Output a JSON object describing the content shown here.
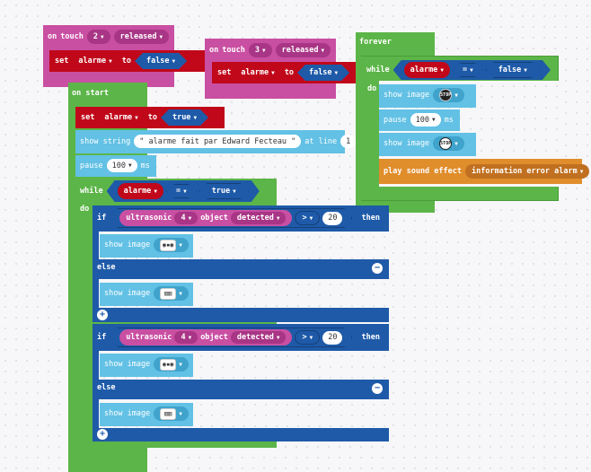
{
  "colors": {
    "events": "#c94fa2",
    "variables": "#c0081a",
    "variable_dark": "#a00515",
    "logic": "#5c7fd6",
    "boolean": "#1e5aa8",
    "loops": "#5cb548",
    "basic": "#62c1e5",
    "music": "#e08d2c",
    "sensor": "#c94fa2"
  },
  "touch_block_1": {
    "on": "on",
    "touch": "touch",
    "pin": "2",
    "event": "released",
    "set": "set",
    "variable": "alarme",
    "to": "to",
    "value": "false"
  },
  "touch_block_2": {
    "on": "on",
    "touch": "touch",
    "pin": "3",
    "event": "released",
    "set": "set",
    "variable": "alarme",
    "to": "to",
    "value": "false"
  },
  "forever_block": {
    "title": "forever",
    "while": "while",
    "variable": "alarme",
    "operator": "=",
    "value": "false",
    "do": "do",
    "show_image_1": "show image",
    "image_1": "STOP",
    "pause": "pause",
    "pause_value": "100",
    "pause_unit": "ms",
    "show_image_2": "show image",
    "image_2": "STOP",
    "play_sound": "play sound effect",
    "sound": "information error alarm"
  },
  "start_block": {
    "title": "on start",
    "set": "set",
    "variable": "alarme",
    "to": "to",
    "value": "true",
    "show_string": "show string",
    "string_value": "\" alarme fait par Edward Fecteau \"",
    "at_line": "at line",
    "line_value": "1",
    "pause": "pause",
    "pause_value": "100",
    "pause_unit": "ms",
    "while": "while",
    "while_variable": "alarme",
    "operator": "=",
    "while_value": "true",
    "do": "do",
    "if_blocks": [
      {
        "if": "if",
        "sensor": "ultrasonic",
        "port": "4",
        "object": "object",
        "detected": "detected",
        "compare": ">",
        "threshold": "20",
        "then": "then",
        "show_image_1": "show image",
        "else": "else",
        "show_image_2": "show image"
      },
      {
        "if": "if",
        "sensor": "ultrasonic",
        "port": "4",
        "object": "object",
        "detected": "detected",
        "compare": ">",
        "threshold": "20",
        "then": "then",
        "show_image_1": "show image",
        "else": "else",
        "show_image_2": "show image"
      }
    ]
  }
}
